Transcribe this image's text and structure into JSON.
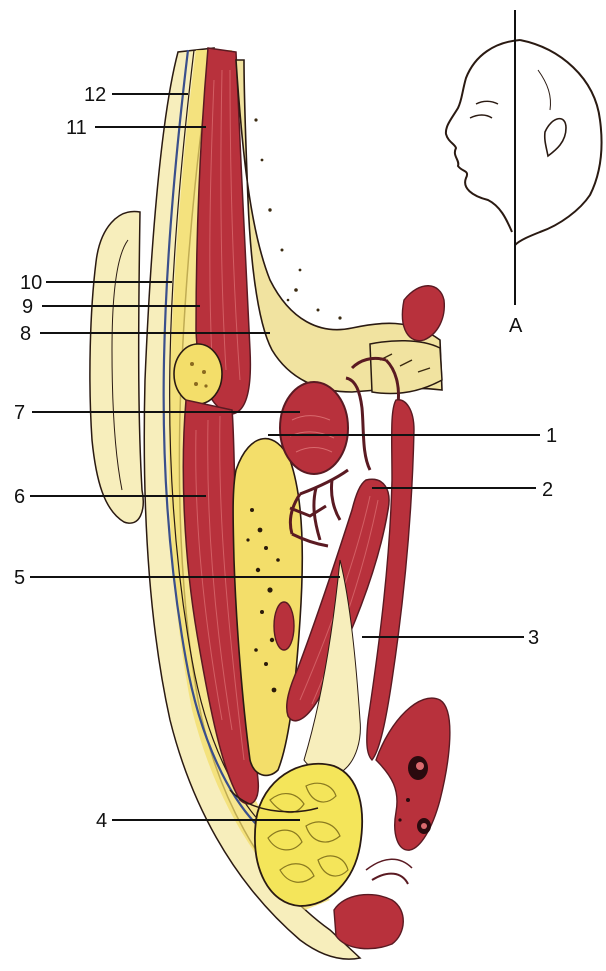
{
  "colors": {
    "skin": "#f7eebc",
    "fat_yellow": "#f3de6a",
    "bone": "#f1e3a0",
    "muscle": "#b8313c",
    "muscle_light": "#d96a6e",
    "vessel_dark": "#5a1a22",
    "nerve_blue": "#3a4f8c",
    "gland": "#f4e55a",
    "outline": "#2a1a12"
  },
  "labels": {
    "l1": "1",
    "l2": "2",
    "l3": "3",
    "l4": "4",
    "l5": "5",
    "l6": "6",
    "l7": "7",
    "l8": "8",
    "l9": "9",
    "l10": "10",
    "l11": "11",
    "l12": "12",
    "section_marker": "A"
  }
}
